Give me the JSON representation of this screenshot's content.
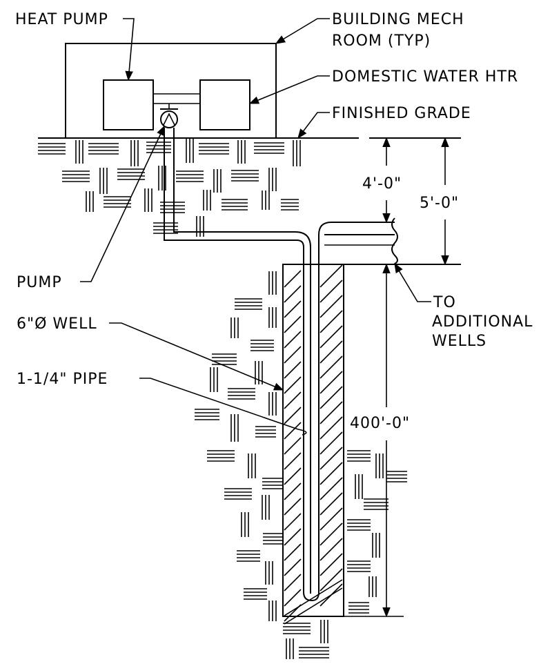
{
  "labels": {
    "heat_pump": "HEAT PUMP",
    "building_mech_line1": "BUILDING MECH",
    "building_mech_line2": "ROOM (TYP)",
    "domestic_water_htr": "DOMESTIC WATER HTR",
    "finished_grade": "FINISHED GRADE",
    "pump": "PUMP",
    "well": "6\"Ø WELL",
    "pipe": "1-1/4\" PIPE",
    "to_additional_line1": "TO",
    "to_additional_line2": "ADDITIONAL",
    "to_additional_line3": "WELLS"
  },
  "dimensions": {
    "dim_4ft": "4'-0\"",
    "dim_5ft": "5'-0\"",
    "dim_400ft": "400'-0\""
  }
}
